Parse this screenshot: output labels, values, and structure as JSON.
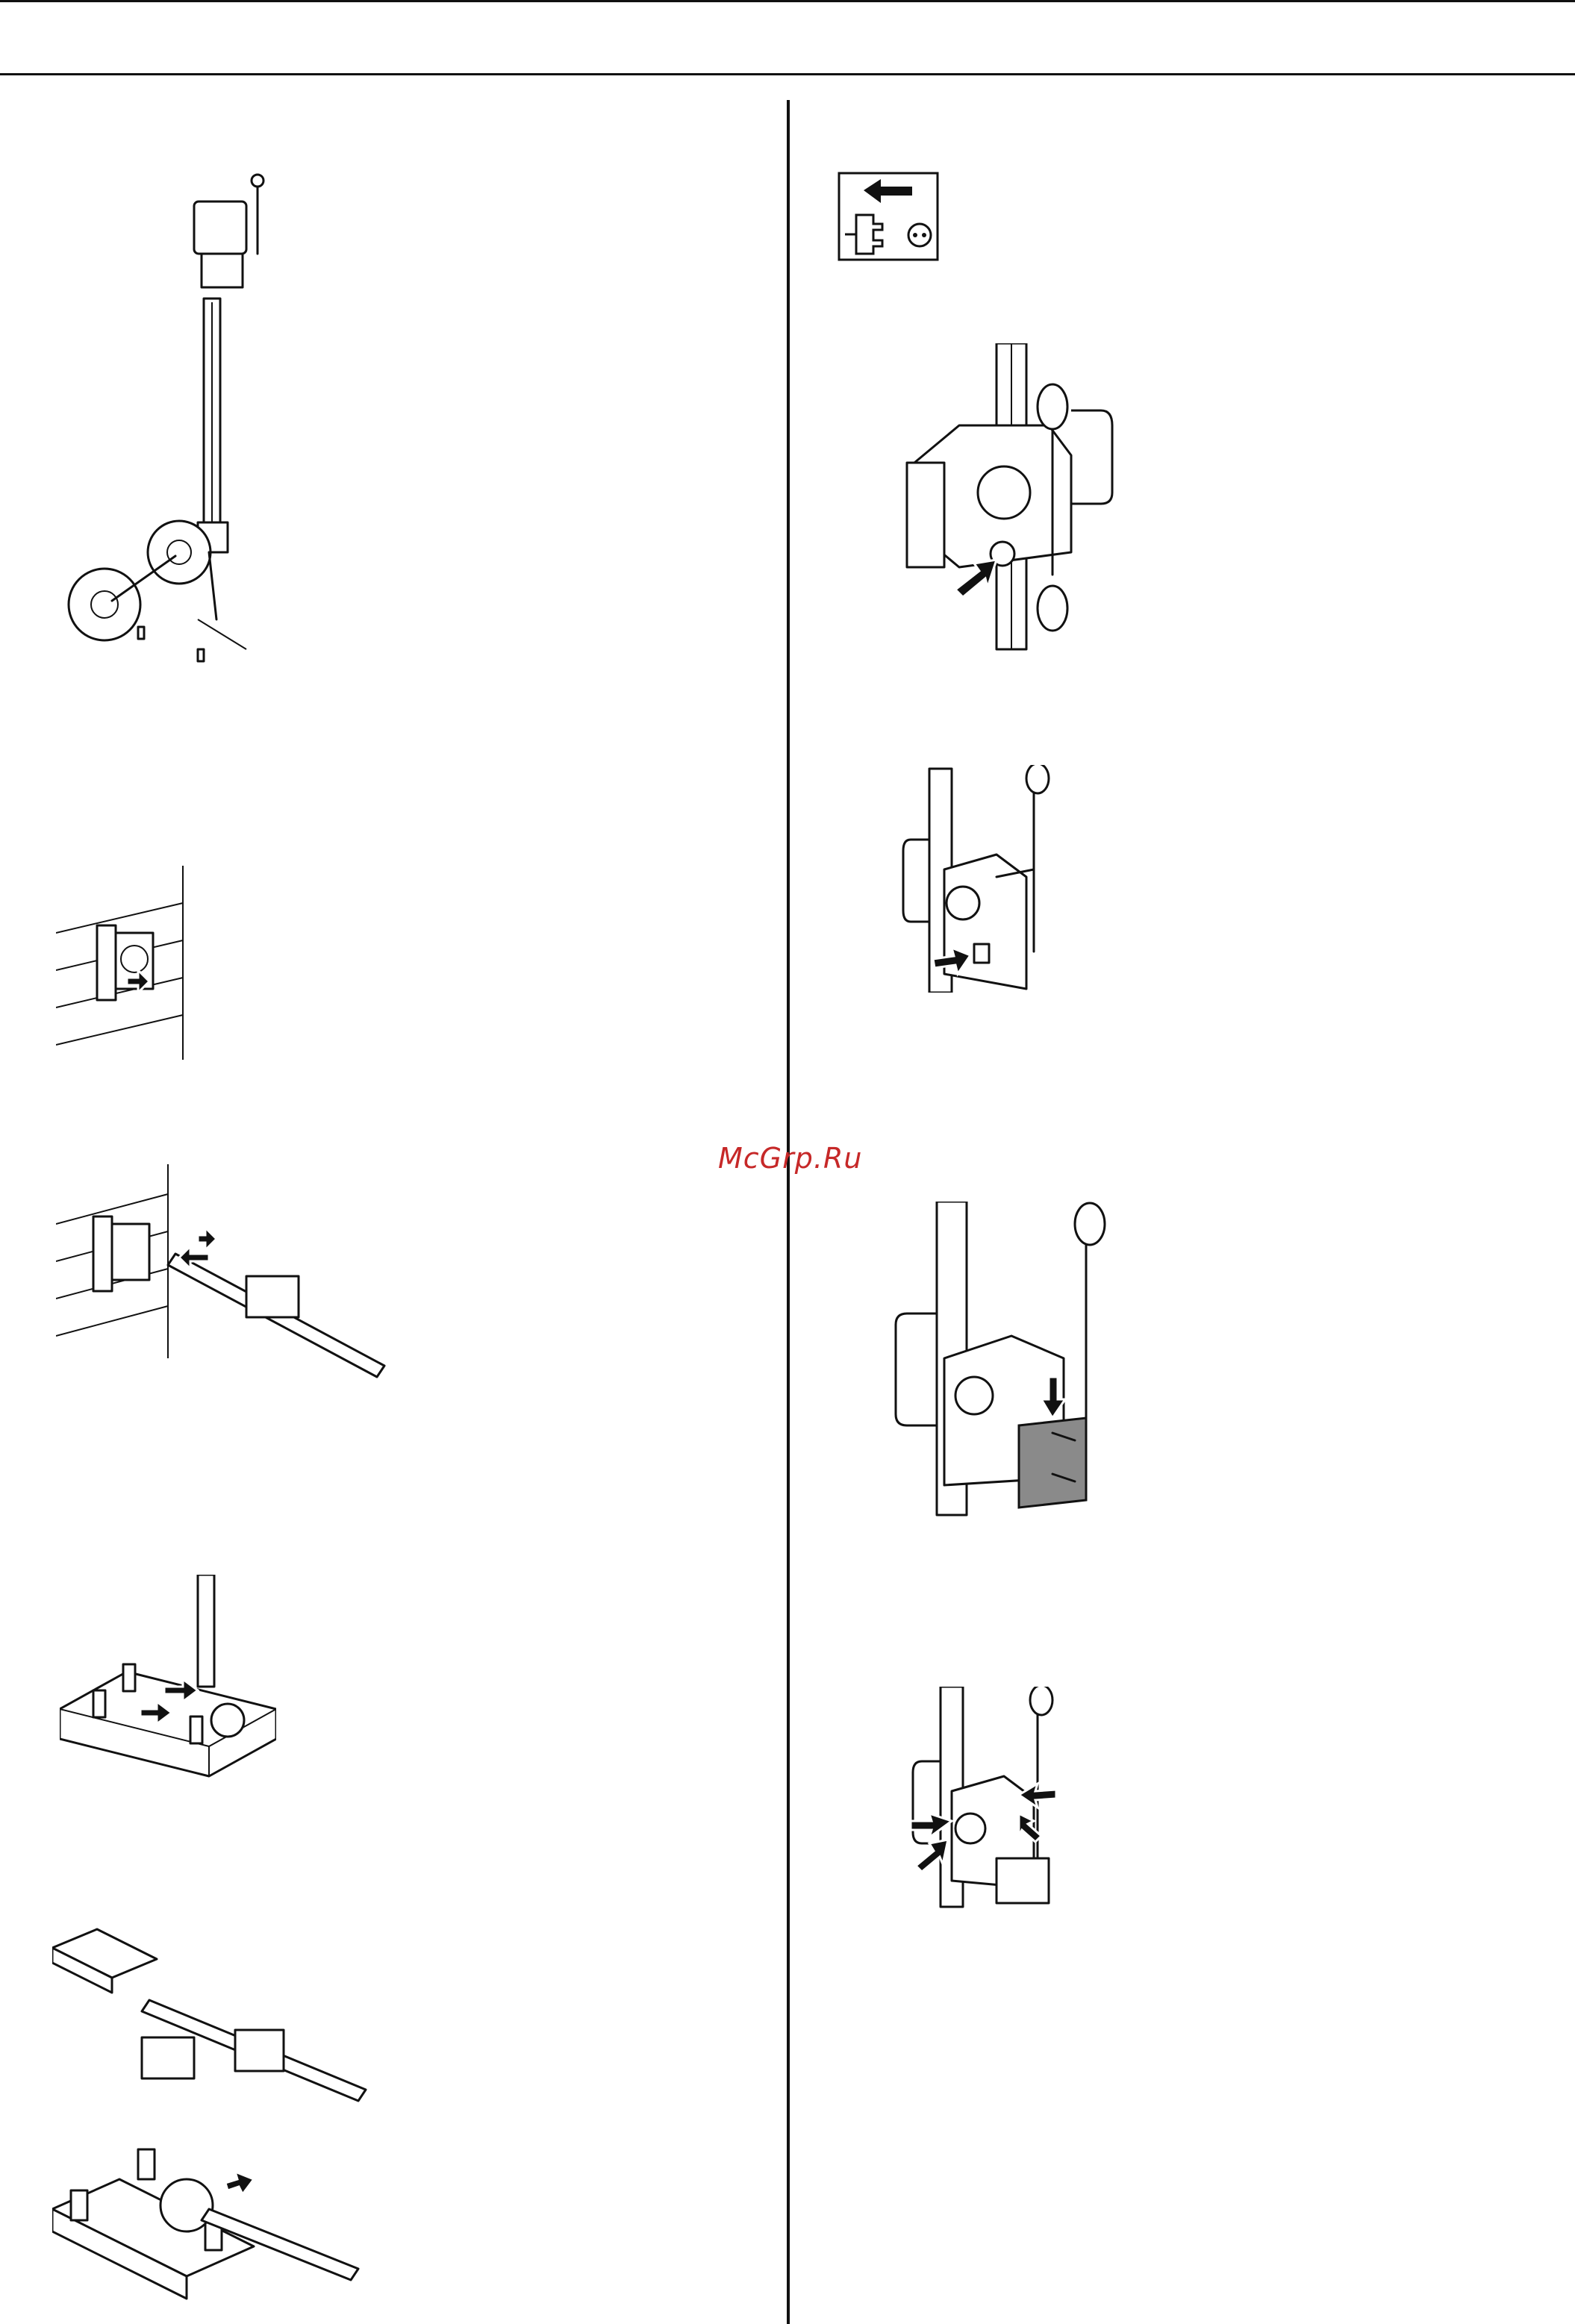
{
  "page": {
    "watermark": "McGrp.Ru",
    "colors": {
      "rule": "#111111",
      "watermark": "#c62828",
      "plate": "#8a8a8a"
    }
  },
  "figures": [
    {
      "id": "stand-with-wheels",
      "icon": "drill-stand-wheels-icon"
    },
    {
      "id": "wall-anchor-base",
      "icon": "wall-mount-icon"
    },
    {
      "id": "wall-anchor-column-attach",
      "icon": "wall-column-attach-icon"
    },
    {
      "id": "base-plate-arrows",
      "icon": "base-plate-icon"
    },
    {
      "id": "base-column-separate",
      "icon": "base-column-separate-icon"
    },
    {
      "id": "base-column-detail",
      "icon": "base-column-detail-icon"
    },
    {
      "id": "unplug-symbol",
      "icon": "unplug-icon"
    },
    {
      "id": "carriage-lock-knob",
      "icon": "carriage-knob-icon"
    },
    {
      "id": "carriage-side-lock",
      "icon": "carriage-side-lock-icon"
    },
    {
      "id": "carriage-plate-insert",
      "icon": "carriage-plate-icon"
    },
    {
      "id": "carriage-screws",
      "icon": "carriage-screws-icon"
    }
  ]
}
